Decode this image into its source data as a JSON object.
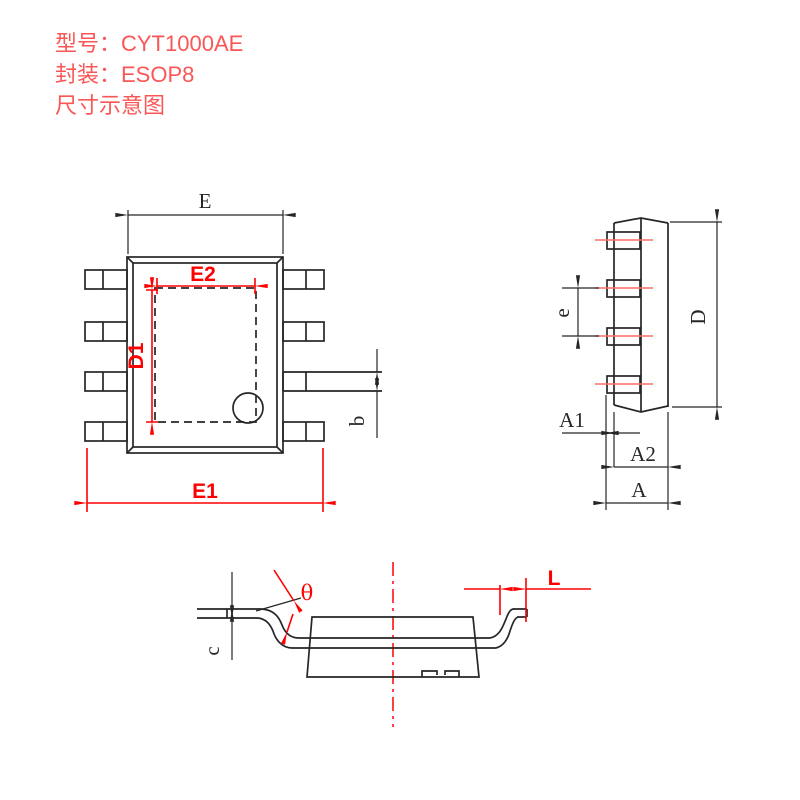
{
  "title": {
    "model": "型号：CYT1000AE",
    "package": "封装：ESOP8",
    "caption": "尺寸示意图"
  },
  "colors": {
    "dimension_red": "#ff0000",
    "header_red": "#fb5656",
    "pin_centerline_red": "#ff6b6b",
    "drawing_black": "#262626",
    "background": "#ffffff"
  },
  "views": {
    "top_view": {
      "name": "package top view",
      "labels": {
        "E": "E",
        "E2": "E2",
        "D1": "D1",
        "E1": "E1",
        "b": "b"
      }
    },
    "side_view": {
      "name": "package side view",
      "labels": {
        "e": "e",
        "D": "D",
        "A1": "A1",
        "A2": "A2",
        "A": "A"
      }
    },
    "profile_view": {
      "name": "lead profile view",
      "labels": {
        "theta": "θ",
        "c": "c",
        "L": "L"
      }
    }
  }
}
